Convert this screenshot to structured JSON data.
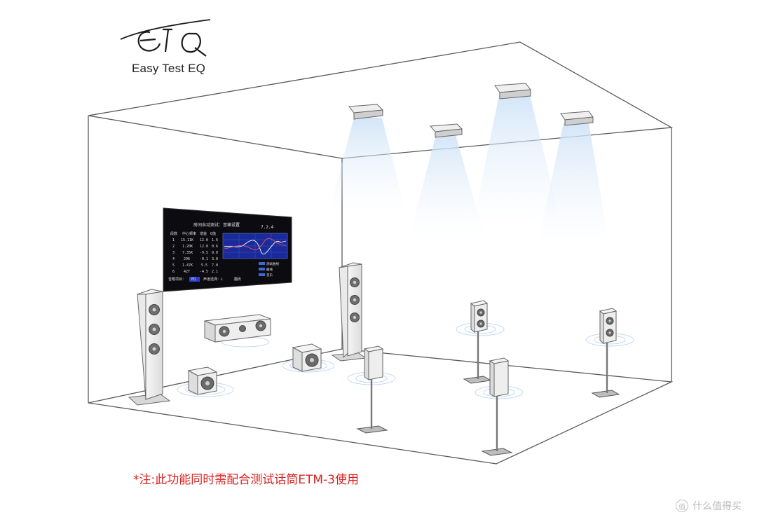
{
  "logo": {
    "tagline": "Easy Test EQ"
  },
  "screen": {
    "title": "房间自动测试：音箱设置",
    "channel": "7.2.4",
    "table_headers": [
      "段数",
      "中心频率",
      "增益",
      "Q值"
    ],
    "table_rows": [
      [
        "1",
        "15.11K",
        "12.0",
        "1.6"
      ],
      [
        "2",
        "1.20K",
        "12.0",
        "0.6"
      ],
      [
        "3",
        "7.35K",
        "-9.5",
        "9.0"
      ],
      [
        "4",
        "296",
        "-0.1",
        "3.0"
      ],
      [
        "5",
        "1.47K",
        "5.5",
        "7.0"
      ],
      [
        "6",
        "42T",
        "-4.5",
        "2.1"
      ]
    ],
    "footer_label": "音箱项目：",
    "footer_value": "EQ",
    "footer_channel": "声道选择：L",
    "footer_action": "翻页",
    "legend": [
      "测试曲线",
      "曲线",
      "音乐"
    ]
  },
  "footnote": "*注:此功能同时需配合测试话筒ETM-3使用",
  "watermark": "什么值得买",
  "colors": {
    "footnote": "#d9231f",
    "room_line": "#555555",
    "screen_bg": "#0b0b10",
    "graph_bg": "#1a2a9a"
  }
}
